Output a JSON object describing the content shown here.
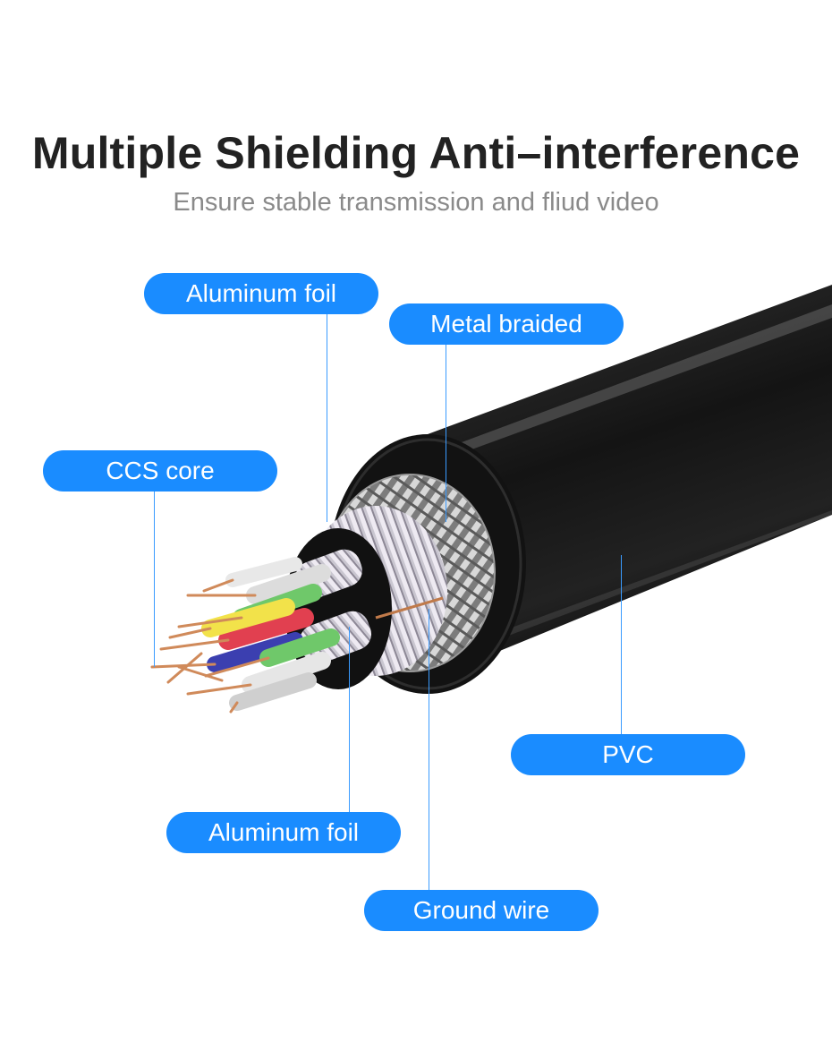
{
  "header": {
    "title": "Multiple Shielding Anti–interference",
    "subtitle": "Ensure stable transmission and fliud video"
  },
  "labels": {
    "aluminum_foil_top": "Aluminum foil",
    "metal_braided": "Metal braided",
    "ccs_core": "CCS core",
    "pvc": "PVC",
    "aluminum_foil_bottom": "Aluminum foil",
    "ground_wire": "Ground wire"
  },
  "colors": {
    "label_fill": "#1a8cff",
    "jacket": "#1b1b1b",
    "title": "#222222",
    "subtitle": "#8a8a8a"
  }
}
